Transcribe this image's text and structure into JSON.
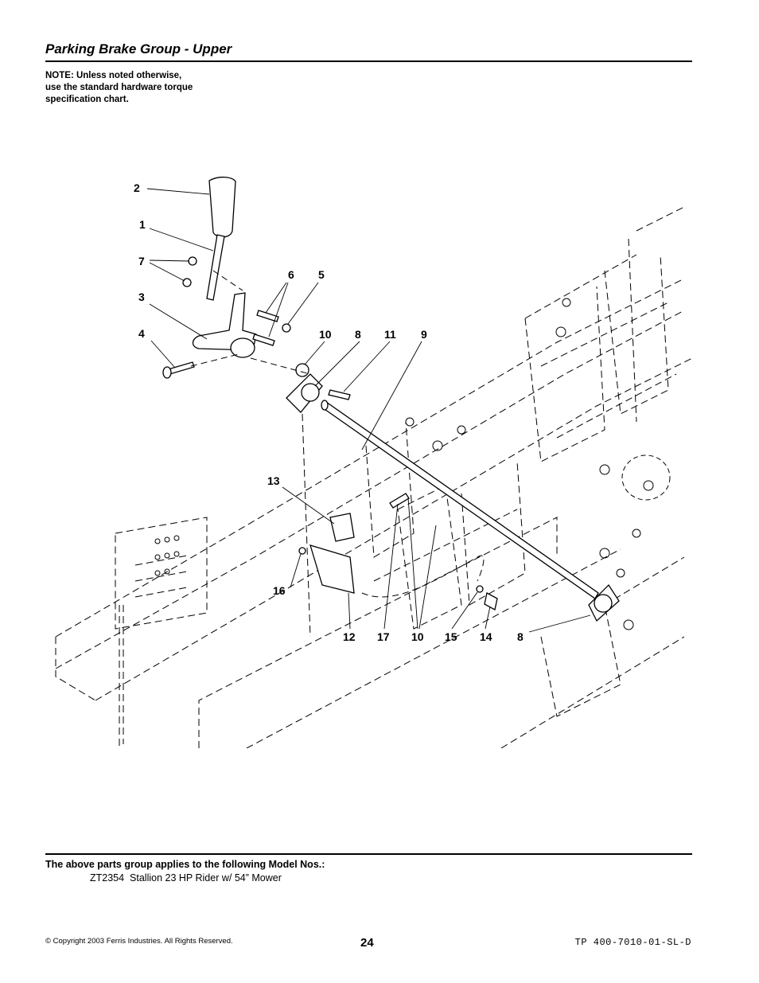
{
  "page": {
    "title": "Parking Brake Group - Upper",
    "note_lines": [
      "NOTE: Unless noted otherwise,",
      "use the standard hardware torque",
      "specification chart."
    ],
    "applies_heading": "The above parts group applies to the following Model Nos.:",
    "model": {
      "number": "ZT2354",
      "description": "Stallion 23 HP Rider w/ 54” Mower"
    },
    "copyright": "© Copyright 2003 Ferris Industries. All Rights Reserved.",
    "page_number": "24",
    "doc_id": "TP 400-7010-01-SL-D"
  },
  "callouts": {
    "c2": "2",
    "c1": "1",
    "c7": "7",
    "c3": "3",
    "c4": "4",
    "c6": "6",
    "c5": "5",
    "c10a": "10",
    "c8a": "8",
    "c11": "11",
    "c9": "9",
    "c13": "13",
    "c16": "16",
    "c12": "12",
    "c17": "17",
    "c10b": "10",
    "c15": "15",
    "c14": "14",
    "c8b": "8"
  }
}
